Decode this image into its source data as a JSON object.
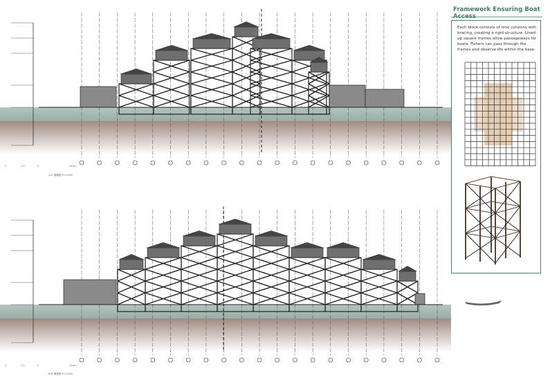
{
  "panel": {
    "title": "Framework Ensuring Boat Access",
    "description": "Each block consists of nine columns with bracing, creating a rigid structure. Lined-up square frames allow passageways for boats. Fishers can pass through the frames and observe life within the base.",
    "accent_color": "#3f7a6a"
  },
  "section_top": {
    "scale_labels": [
      "0",
      "2.5",
      "5",
      "10(m)"
    ],
    "caption": "A-A' 断面図 S=1/200"
  },
  "section_bottom": {
    "scale_labels": [
      "0",
      "2.5",
      "5",
      "10(m)"
    ],
    "caption": "B-B' 断面図 S=1/200"
  },
  "colors": {
    "water": "#a7b9b3",
    "earth": "#a08a82",
    "structure": "#333333"
  }
}
